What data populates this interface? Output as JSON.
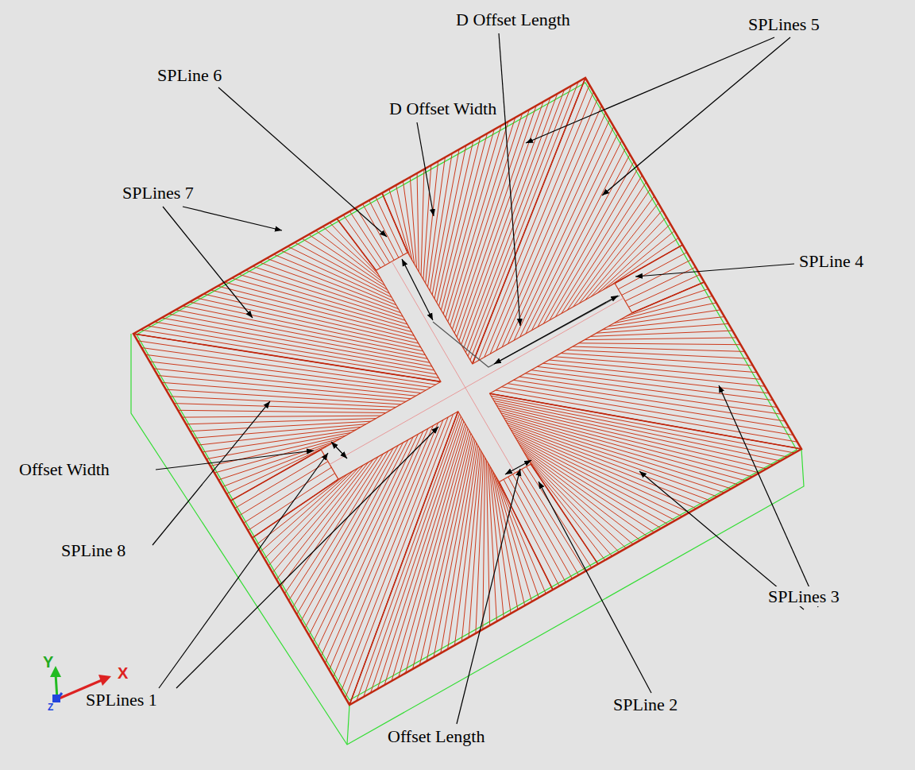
{
  "diagram": {
    "labels": [
      "D Offset Length",
      "SPLines 5",
      "SPLine 6",
      "D Offset Width",
      "SPLines 7",
      "SPLine 4",
      "Offset Width",
      "SPLine 8",
      "SPLines 3",
      "SPLines 1",
      "Offset Length",
      "SPLine 2",
      "Y",
      "Z",
      "X"
    ]
  }
}
